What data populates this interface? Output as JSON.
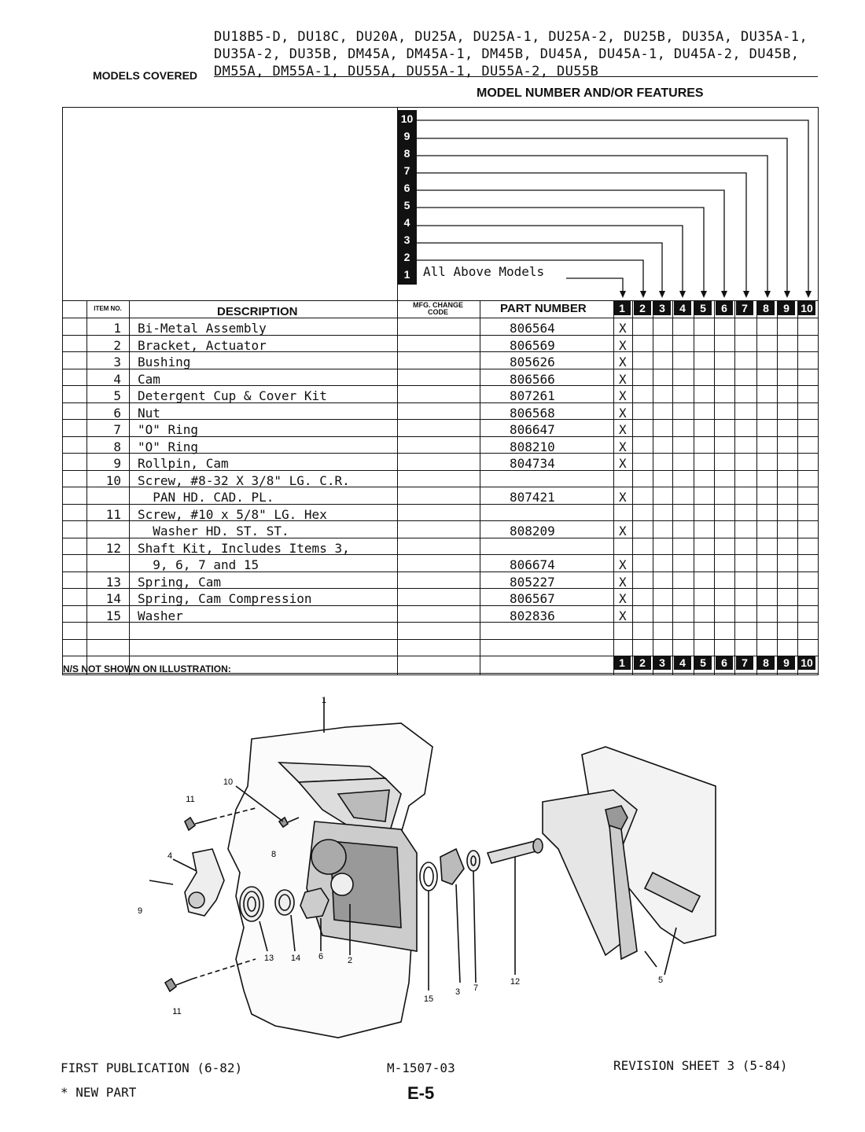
{
  "models_lines": [
    "DU18B5-D, DU18C, DU20A, DU25A, DU25A-1, DU25A-2, DU25B, DU35A, DU35A-1,",
    "DU35A-2, DU35B, DM45A, DM45A-1, DM45B, DU45A, DU45A-1, DU45A-2, DU45B,",
    "DM55A, DM55A-1, DU55A, DU55A-1, DU55A-2, DU55B"
  ],
  "models_label": "MODELS COVERED",
  "header_title": "MODEL NUMBER AND/OR FEATURES",
  "model_indices": [
    "1",
    "2",
    "3",
    "4",
    "5",
    "6",
    "7",
    "8",
    "9",
    "10"
  ],
  "all_above": "All Above Models",
  "col_item": "ITEM NO.",
  "col_desc": "DESCRIPTION",
  "col_mfg": "MFG. CHANGE CODE",
  "col_part": "PART NUMBER",
  "rows": [
    {
      "item": "1",
      "desc": "Bi-Metal Assembly",
      "part": "806564",
      "x": "X"
    },
    {
      "item": "2",
      "desc": "Bracket, Actuator",
      "part": "806569",
      "x": "X"
    },
    {
      "item": "3",
      "desc": "Bushing",
      "part": "805626",
      "x": "X"
    },
    {
      "item": "4",
      "desc": "Cam",
      "part": "806566",
      "x": "X"
    },
    {
      "item": "5",
      "desc": "Detergent Cup & Cover Kit",
      "part": "807261",
      "x": "X"
    },
    {
      "item": "6",
      "desc": "Nut",
      "part": "806568",
      "x": "X"
    },
    {
      "item": "7",
      "desc": "\"O\" Ring",
      "part": "806647",
      "x": "X"
    },
    {
      "item": "8",
      "desc": "\"O\" Ring",
      "part": "808210",
      "x": "X"
    },
    {
      "item": "9",
      "desc": "Rollpin, Cam",
      "part": "804734",
      "x": "X"
    },
    {
      "item": "10",
      "desc": "Screw, #8-32 X 3/8\" LG. C.R.",
      "part": "",
      "x": ""
    },
    {
      "item": "",
      "desc": "  PAN HD. CAD. PL.",
      "part": "807421",
      "x": "X"
    },
    {
      "item": "11",
      "desc": "Screw, #10 x 5/8\" LG. Hex",
      "part": "",
      "x": ""
    },
    {
      "item": "",
      "desc": "  Washer HD. ST. ST.",
      "part": "808209",
      "x": "X"
    },
    {
      "item": "12",
      "desc": "Shaft Kit, Includes Items 3,",
      "part": "",
      "x": ""
    },
    {
      "item": "",
      "desc": "  9, 6, 7 and 15",
      "part": "806674",
      "x": "X"
    },
    {
      "item": "13",
      "desc": "Spring, Cam",
      "part": "805227",
      "x": "X"
    },
    {
      "item": "14",
      "desc": "Spring, Cam Compression",
      "part": "806567",
      "x": "X"
    },
    {
      "item": "15",
      "desc": "Washer",
      "part": "802836",
      "x": "X"
    },
    {
      "item": "",
      "desc": "",
      "part": "",
      "x": ""
    },
    {
      "item": "",
      "desc": "",
      "part": "",
      "x": ""
    }
  ],
  "ns_text": "N/S NOT SHOWN ON ILLUSTRATION:",
  "callouts": [
    "1",
    "2",
    "3",
    "4",
    "5",
    "6",
    "7",
    "8",
    "9",
    "10",
    "11",
    "11",
    "12",
    "13",
    "14",
    "15"
  ],
  "footer": {
    "first_pub": "FIRST PUBLICATION (6-82)",
    "code": "M-1507-03",
    "revision": "REVISION SHEET 3 (5-84)",
    "new_part": "* NEW PART",
    "page": "E-5"
  }
}
